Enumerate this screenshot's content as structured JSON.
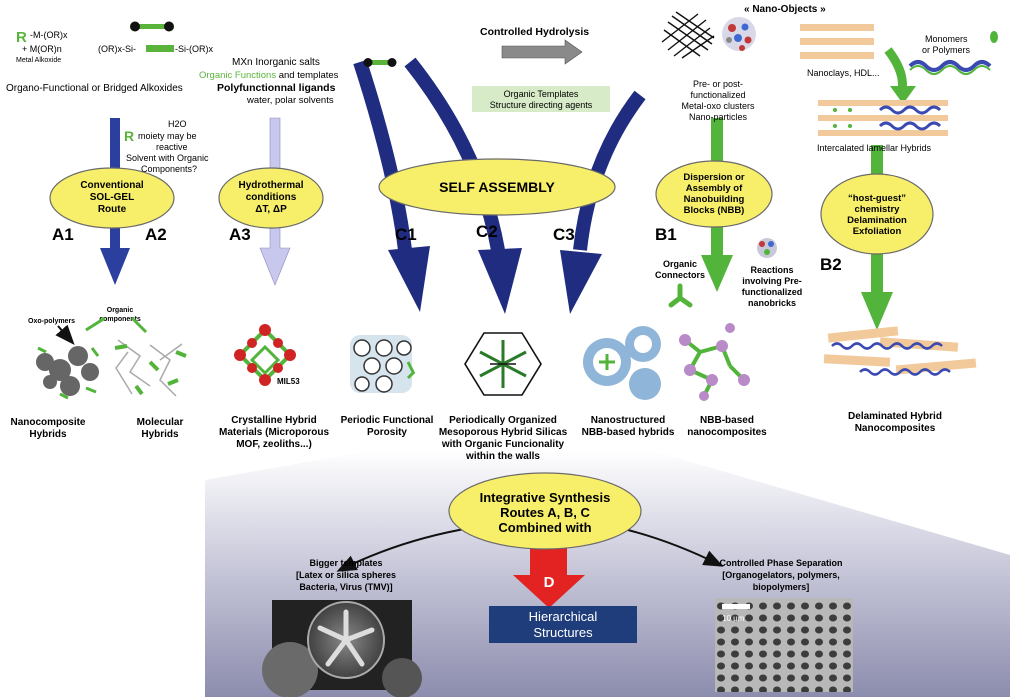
{
  "top_left": {
    "alkoxide_r": "R",
    "alkoxide_formula": "-M-(OR)x",
    "alkoxide_plus": "+ M(OR)n",
    "alkoxide_label": "Metal Alkoxide",
    "bridged_left": "(OR)x-Si-",
    "bridged_right": "-Si-(OR)x",
    "caption": "Organo-Functional or Bridged Alkoxides"
  },
  "salts": {
    "line1": "MXn Inorganic salts",
    "line2_green": "Organic Functions",
    "line2_rest": " and templates",
    "line3": "Polyfunctionnal ligands",
    "line4": "water, polar solvents"
  },
  "h2o_note": {
    "r": "R",
    "h2o": "H2O",
    "line1": "moiety may be",
    "line2": "reactive",
    "line3": "Solvent with Organic",
    "line4": "Components?"
  },
  "hydrolysis": "Controlled Hydrolysis",
  "templates_box": [
    "Organic Templates",
    "Structure directing agents"
  ],
  "nano_objects": {
    "title": "« Nano-Objects »",
    "clusters": [
      "Pre- or post-",
      "functionalized",
      "Metal-oxo clusters",
      "Nano-particles"
    ],
    "nanoclays": "Nanoclays, HDL...",
    "monomers": [
      "Monomers",
      "or Polymers"
    ],
    "intercalated": "Intercalated lamellar Hybrids"
  },
  "ellipses": {
    "solgel": [
      "Conventional",
      "SOL-GEL",
      "Route"
    ],
    "hydrothermal": [
      "Hydrothermal",
      "conditions",
      "ΔT, ΔP"
    ],
    "self_assembly": "SELF ASSEMBLY",
    "dispersion": [
      "Dispersion or",
      "Assembly of",
      "Nanobuilding",
      "Blocks (NBB)"
    ],
    "host_guest": [
      "“host-guest”",
      "chemistry",
      "Delamination",
      "Exfoliation"
    ],
    "integrative": [
      "Integrative Synthesis",
      "Routes A, B, C",
      "Combined with"
    ]
  },
  "route_labels": {
    "A1": "A1",
    "A2": "A2",
    "A3": "A3",
    "C1": "C1",
    "C2": "C2",
    "C3": "C3",
    "B1": "B1",
    "B2": "B2",
    "D": "D"
  },
  "side_labels": {
    "oxo_polymers": "Oxo-polymers",
    "organic_components": [
      "Organic",
      "components"
    ],
    "mil53": "MIL53",
    "organic_connectors": [
      "Organic",
      "Connectors"
    ],
    "reactions": [
      "Reactions",
      "involving Pre-",
      "functionalized",
      "nanobricks"
    ]
  },
  "products": {
    "nanocomposite": [
      "Nanocomposite",
      "Hybrids"
    ],
    "molecular": [
      "Molecular",
      "Hybrids"
    ],
    "crystalline": [
      "Crystalline Hybrid",
      "Materials (Microporous",
      "MOF, zeoliths...)"
    ],
    "periodic_porosity": [
      "Periodic Functional",
      "Porosity"
    ],
    "mesoporous": [
      "Periodically Organized",
      "Mesoporous Hybrid Silicas",
      "with Organic Funcionality",
      "within the walls"
    ],
    "nanostructured": [
      "Nanostructured",
      "NBB-based hybrids"
    ],
    "nbb_nanocomposites": [
      "NBB-based",
      "nanocomposites"
    ],
    "delaminated": [
      "Delaminated Hybrid",
      "Nanocomposites"
    ]
  },
  "bottom": {
    "bigger_templates": [
      "Bigger templates",
      "[Latex or silica spheres",
      "Bacteria, Virus (TMV)]"
    ],
    "phase_separation": [
      "Controlled Phase Separation",
      "[Organogelators, polymers,",
      "biopolymers]"
    ],
    "hierarchical": [
      "Hierarchical",
      "Structures"
    ],
    "scale_bar": "10 µm"
  },
  "colors": {
    "ellipse_fill": "#f7ef6a",
    "blue_arrow": "#2b3f9e",
    "navy_arrow": "#1f2c80",
    "lavender_arrow": "#c8c8ee",
    "green_arrow": "#52b43a",
    "green_text": "#5ab43c",
    "red_arrow": "#e32222",
    "hier_box": "#1f3d7a",
    "templates_box": "#d8ebc8",
    "gray_arrow": "#8a8a8a",
    "panel_gray": "#9c9cb8"
  }
}
